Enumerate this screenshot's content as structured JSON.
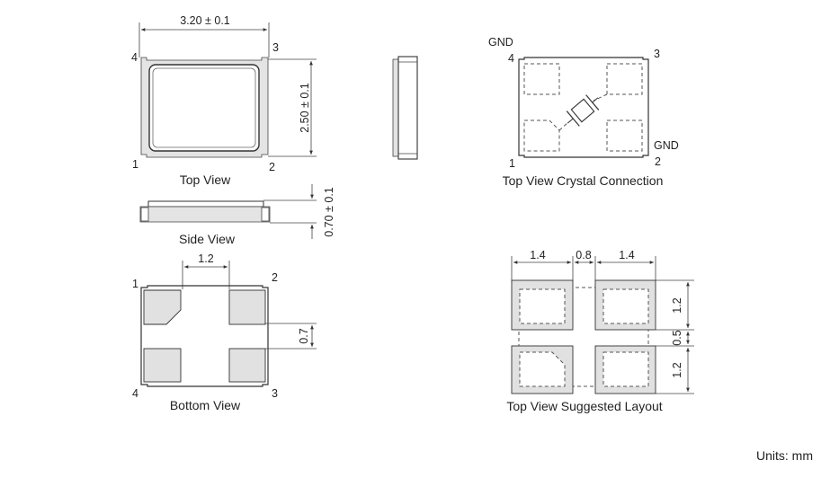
{
  "views": {
    "top": {
      "caption": "Top View",
      "width_dim": "3.20 ± 0.1",
      "height_dim": "2.50 ± 0.1",
      "pins": [
        "1",
        "2",
        "3",
        "4"
      ]
    },
    "side": {
      "caption": "Side View",
      "thickness_dim": "0.70 ± 0.1"
    },
    "bottom": {
      "caption": "Bottom View",
      "pad_spacing_dim": "1.2",
      "pad_height_dim": "0.7",
      "pins": [
        "1",
        "2",
        "3",
        "4"
      ]
    },
    "crystal": {
      "caption": "Top View Crystal Connection",
      "pins": [
        "1",
        "2",
        "3",
        "4"
      ],
      "gnd_label_top": "GND",
      "gnd_label_bottom": "GND"
    },
    "layout": {
      "caption": "Top View Suggested Layout",
      "dims_h": [
        "1.4",
        "0.8",
        "1.4"
      ],
      "dims_v": [
        "1.2",
        "0.5",
        "1.2"
      ]
    }
  },
  "units_label": "Units: mm"
}
